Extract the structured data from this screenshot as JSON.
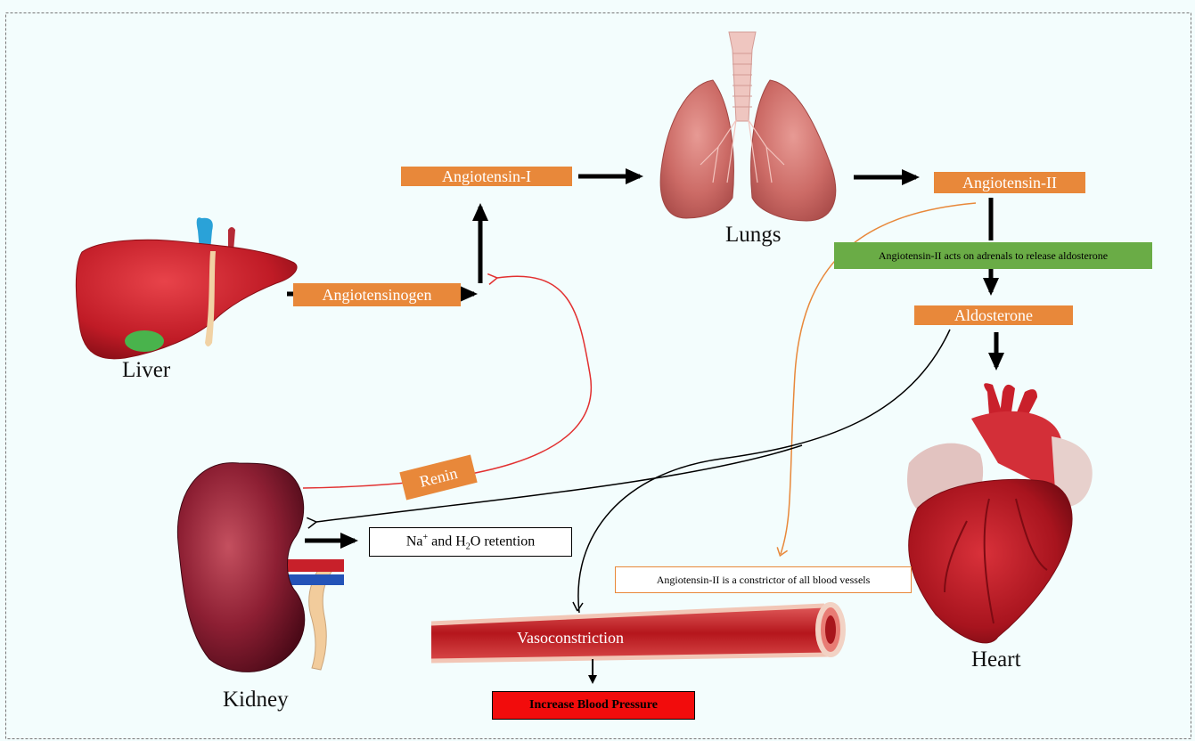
{
  "organs": {
    "liver": "Liver",
    "lungs": "Lungs",
    "kidney": "Kidney",
    "heart": "Heart"
  },
  "molecules": {
    "angiotensinogen": "Angiotensinogen",
    "angiotensin_1": "Angiotensin-I",
    "angiotensin_2": "Angiotensin-II",
    "aldosterone": "Aldosterone",
    "renin": "Renin"
  },
  "notes": {
    "adrenals": "Angiotensin-II acts on adrenals to release aldosterone",
    "constrictor": "Angiotensin-II  is a constrictor of all blood vessels",
    "retention_prefix": "Na",
    "retention_sup": "+",
    "retention_mid": " and H",
    "retention_sub": "2",
    "retention_suffix": "O retention",
    "vasoconstriction": "Vasoconstriction",
    "increase_bp": "Increase Blood Pressure"
  },
  "colors": {
    "background": "#f3fdfd",
    "box_orange": "#e8883a",
    "note_green": "#6aac46",
    "bp_red": "#f20c0c",
    "renin_line": "#e23030",
    "constrictor_line": "#e8883a"
  }
}
